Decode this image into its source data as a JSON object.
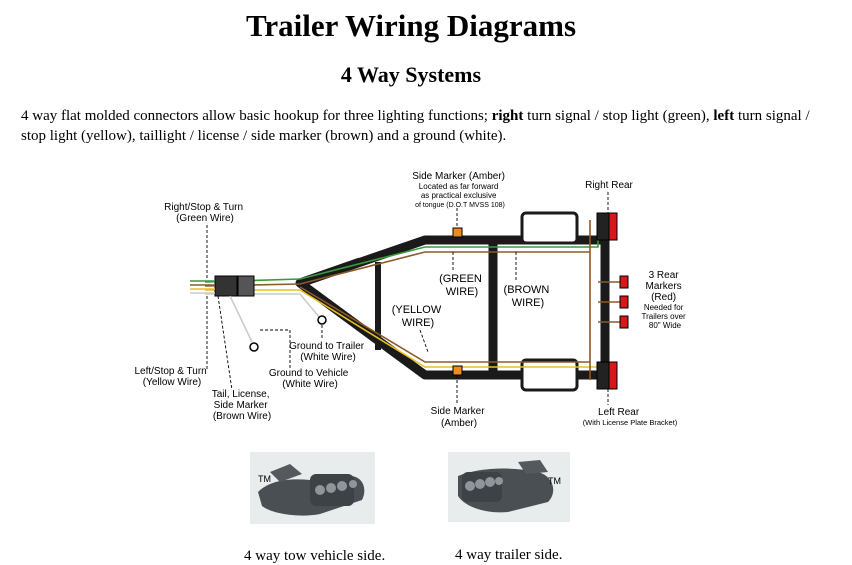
{
  "title": "Trailer Wiring Diagrams",
  "subtitle": "4 Way Systems",
  "intro": {
    "part1": "4 way flat molded connectors allow basic hookup for three lighting functions; ",
    "right_word": "right",
    "part2": " turn signal / stop light (green), ",
    "left_word": "left",
    "part3": " turn signal / stop light (yellow), taillight / license / side marker (brown) and a ground (white)."
  },
  "diagram": {
    "labels": {
      "right_stop_turn": [
        "Right/Stop & Turn",
        "(Green Wire)"
      ],
      "side_marker_top": [
        "Side Marker (Amber)",
        "Located as far forward",
        "as practical exclusive",
        "of tongue (D.O.T MVSS 108)"
      ],
      "right_rear": "Right Rear",
      "green_wire": [
        "(GREEN",
        "WIRE)"
      ],
      "brown_wire": [
        "(BROWN",
        "WIRE)"
      ],
      "yellow_wire": [
        "(YELLOW",
        "WIRE)"
      ],
      "rear_markers": [
        "3 Rear",
        "Markers",
        "(Red)",
        "Needed for",
        "Trailers over",
        "80\" Wide"
      ],
      "ground_trailer": [
        "Ground to Trailer",
        "(White Wire)"
      ],
      "ground_vehicle": [
        "Ground to Vehicle",
        "(White Wire)"
      ],
      "left_stop_turn": [
        "Left/Stop & Turn",
        "(Yellow Wire)"
      ],
      "tail_license": [
        "Tail, License,",
        "Side Marker",
        "(Brown Wire)"
      ],
      "side_marker_bottom": [
        "Side Marker",
        "(Amber)"
      ],
      "left_rear": [
        "Left Rear",
        "(With License Plate Bracket)"
      ]
    },
    "colors": {
      "frame": "#1a1a1a",
      "green": "#3a9a3a",
      "yellow": "#e8c020",
      "brown": "#8b5a2b",
      "white": "#cccccc",
      "amber": "#f08a1c",
      "red": "#d81818"
    }
  },
  "photos": {
    "tm_left": "TM",
    "tm_right": "TM"
  },
  "captions": {
    "vehicle_side": "4 way tow vehicle side.",
    "trailer_side": "4 way trailer side."
  }
}
